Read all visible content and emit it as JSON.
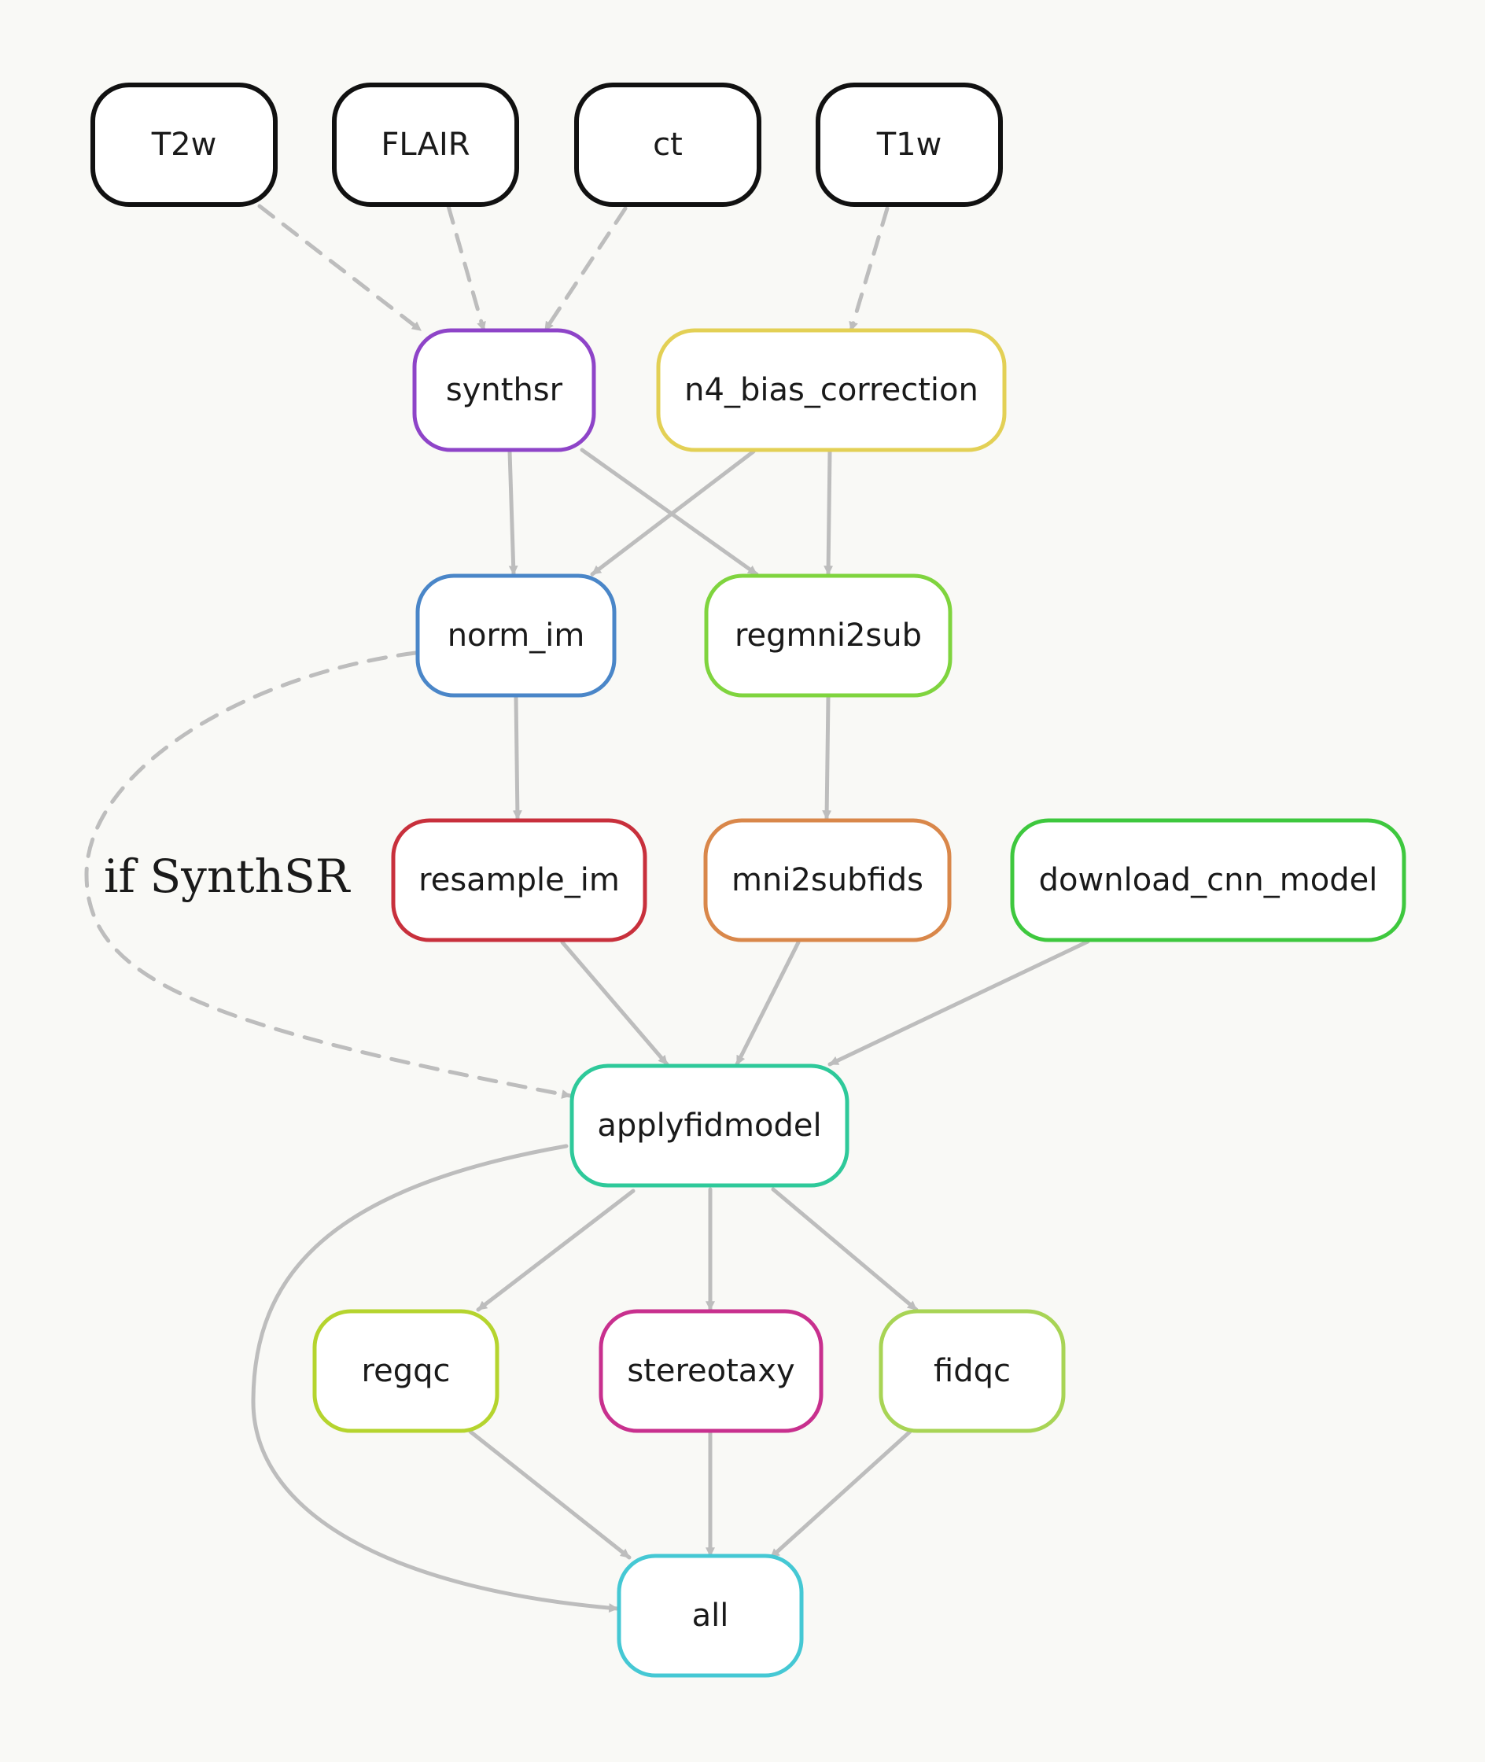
{
  "diagram": {
    "edge_color": "#bdbdbd",
    "nodes": [
      {
        "id": "T2w",
        "label": "T2w",
        "color": "#111111"
      },
      {
        "id": "FLAIR",
        "label": "FLAIR",
        "color": "#111111"
      },
      {
        "id": "ct",
        "label": "ct",
        "color": "#111111"
      },
      {
        "id": "T1w",
        "label": "T1w",
        "color": "#111111"
      },
      {
        "id": "synthsr",
        "label": "synthsr",
        "color": "#8e44c8"
      },
      {
        "id": "n4_bias_correction",
        "label": "n4_bias_correction",
        "color": "#e3d055"
      },
      {
        "id": "norm_im",
        "label": "norm_im",
        "color": "#4a86c8"
      },
      {
        "id": "regmni2sub",
        "label": "regmni2sub",
        "color": "#7fd43e"
      },
      {
        "id": "resample_im",
        "label": "resample_im",
        "color": "#c8303c"
      },
      {
        "id": "mni2subfids",
        "label": "mni2subfids",
        "color": "#d9874a"
      },
      {
        "id": "download_cnn_model",
        "label": "download_cnn_model",
        "color": "#3ec83e"
      },
      {
        "id": "applyfidmodel",
        "label": "applyfidmodel",
        "color": "#2ec99a"
      },
      {
        "id": "regqc",
        "label": "regqc",
        "color": "#b5d42e"
      },
      {
        "id": "stereotaxy",
        "label": "stereotaxy",
        "color": "#c8308e"
      },
      {
        "id": "fidqc",
        "label": "fidqc",
        "color": "#a8d455"
      },
      {
        "id": "all",
        "label": "all",
        "color": "#45c8d4"
      }
    ],
    "edges": [
      {
        "from": "T2w",
        "to": "synthsr",
        "style": "dashed"
      },
      {
        "from": "FLAIR",
        "to": "synthsr",
        "style": "dashed"
      },
      {
        "from": "ct",
        "to": "synthsr",
        "style": "dashed"
      },
      {
        "from": "T1w",
        "to": "n4_bias_correction",
        "style": "dashed"
      },
      {
        "from": "synthsr",
        "to": "norm_im",
        "style": "solid"
      },
      {
        "from": "synthsr",
        "to": "regmni2sub",
        "style": "solid"
      },
      {
        "from": "n4_bias_correction",
        "to": "norm_im",
        "style": "solid"
      },
      {
        "from": "n4_bias_correction",
        "to": "regmni2sub",
        "style": "solid"
      },
      {
        "from": "norm_im",
        "to": "resample_im",
        "style": "solid"
      },
      {
        "from": "regmni2sub",
        "to": "mni2subfids",
        "style": "solid"
      },
      {
        "from": "norm_im",
        "to": "applyfidmodel",
        "style": "dashed",
        "label": "if SynthSR"
      },
      {
        "from": "resample_im",
        "to": "applyfidmodel",
        "style": "solid"
      },
      {
        "from": "mni2subfids",
        "to": "applyfidmodel",
        "style": "solid"
      },
      {
        "from": "download_cnn_model",
        "to": "applyfidmodel",
        "style": "solid"
      },
      {
        "from": "applyfidmodel",
        "to": "regqc",
        "style": "solid"
      },
      {
        "from": "applyfidmodel",
        "to": "stereotaxy",
        "style": "solid"
      },
      {
        "from": "applyfidmodel",
        "to": "fidqc",
        "style": "solid"
      },
      {
        "from": "applyfidmodel",
        "to": "all",
        "style": "solid"
      },
      {
        "from": "regqc",
        "to": "all",
        "style": "solid"
      },
      {
        "from": "stereotaxy",
        "to": "all",
        "style": "solid"
      },
      {
        "from": "fidqc",
        "to": "all",
        "style": "solid"
      }
    ]
  }
}
